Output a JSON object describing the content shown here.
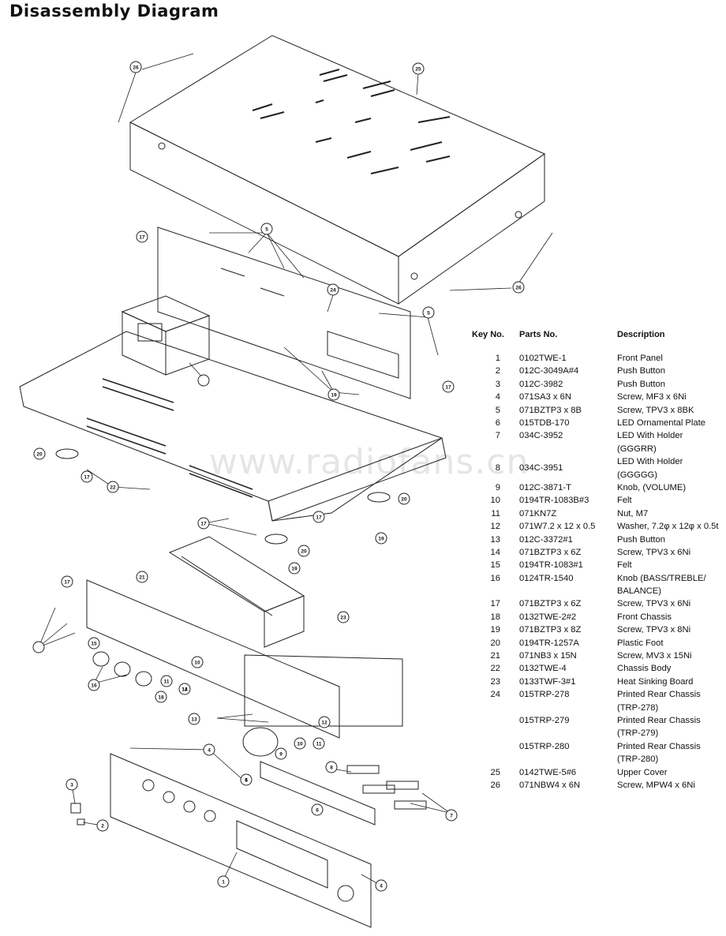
{
  "title": "Disassembly Diagram",
  "watermark": "www.radiofans.cn",
  "table": {
    "headers": {
      "key": "Key No.",
      "part": "Parts No.",
      "desc": "Description"
    },
    "rows": [
      {
        "key": "1",
        "part": "0102TWE-1",
        "desc": "Front Panel"
      },
      {
        "key": "2",
        "part": "012C-3049A#4",
        "desc": "Push Button"
      },
      {
        "key": "3",
        "part": "012C-3982",
        "desc": "Push Button"
      },
      {
        "key": "4",
        "part": "071SA3 x 6N",
        "desc": "Screw, MF3 x 6Ni"
      },
      {
        "key": "5",
        "part": "071BZTP3 x 8B",
        "desc": "Screw, TPV3 x 8BK"
      },
      {
        "key": "6",
        "part": "015TDB-170",
        "desc": "LED Ornamental Plate"
      },
      {
        "key": "7",
        "part": "034C-3952",
        "desc": "LED With Holder",
        "desc2": "(GGGRR)"
      },
      {
        "key": "8",
        "part": "034C-3951",
        "desc": "LED With Holder",
        "desc2": "(GGGGG)",
        "mid": true
      },
      {
        "key": "9",
        "part": "012C-3871-T",
        "desc": "Knob, (VOLUME)"
      },
      {
        "key": "10",
        "part": "0194TR-1083B#3",
        "desc": "Felt"
      },
      {
        "key": "11",
        "part": "071KN7Z",
        "desc": "Nut, M7"
      },
      {
        "key": "12",
        "part": "071W7.2 x 12 x 0.5",
        "desc": "Washer, 7.2φ x 12φ x 0.5t"
      },
      {
        "key": "13",
        "part": "012C-3372#1",
        "desc": "Push Button"
      },
      {
        "key": "14",
        "part": "071BZTP3 x 6Z",
        "desc": "Screw, TPV3 x 6Ni"
      },
      {
        "key": "15",
        "part": "0194TR-1083#1",
        "desc": "Felt"
      },
      {
        "key": "16",
        "part": "0124TR-1540",
        "desc": "Knob (BASS/TREBLE/",
        "desc2": "BALANCE)"
      },
      {
        "key": "17",
        "part": "071BZTP3 x 6Z",
        "desc": "Screw, TPV3 x 6Ni"
      },
      {
        "key": "18",
        "part": "0132TWE-2#2",
        "desc": "Front Chassis"
      },
      {
        "key": "19",
        "part": "071BZTP3 x 8Z",
        "desc": "Screw, TPV3 x 8Ni"
      },
      {
        "key": "20",
        "part": "0194TR-1257A",
        "desc": "Plastic Foot"
      },
      {
        "key": "21",
        "part": "071NB3 x 15N",
        "desc": "Screw, MV3 x 15Ni"
      },
      {
        "key": "22",
        "part": "0132TWE-4",
        "desc": "Chassis Body"
      },
      {
        "key": "23",
        "part": "0133TWF-3#1",
        "desc": "Heat Sinking Board"
      },
      {
        "key": "24",
        "part": "015TRP-278",
        "desc": "Printed Rear Chassis",
        "desc2": "(TRP-278)"
      },
      {
        "key": "",
        "part": "015TRP-279",
        "desc": "Printed Rear Chassis",
        "desc2": "(TRP-279)"
      },
      {
        "key": "",
        "part": "015TRP-280",
        "desc": "Printed Rear Chassis",
        "desc2": "(TRP-280)"
      },
      {
        "key": "25",
        "part": "0142TWE-5#6",
        "desc": "Upper Cover"
      },
      {
        "key": "26",
        "part": "071NBW4 x 6N",
        "desc": "Screw, MPW4 x 6Ni"
      }
    ]
  },
  "callouts": [
    "1",
    "2",
    "3",
    "4",
    "4",
    "4",
    "5",
    "5",
    "5",
    "6",
    "7",
    "8",
    "9",
    "10",
    "10",
    "11",
    "11",
    "12",
    "12",
    "13",
    "14",
    "15",
    "16",
    "17",
    "17",
    "17",
    "17",
    "17",
    "17",
    "18",
    "19",
    "19",
    "19",
    "20",
    "20",
    "20",
    "21",
    "22",
    "23",
    "24",
    "25",
    "26",
    "26"
  ]
}
